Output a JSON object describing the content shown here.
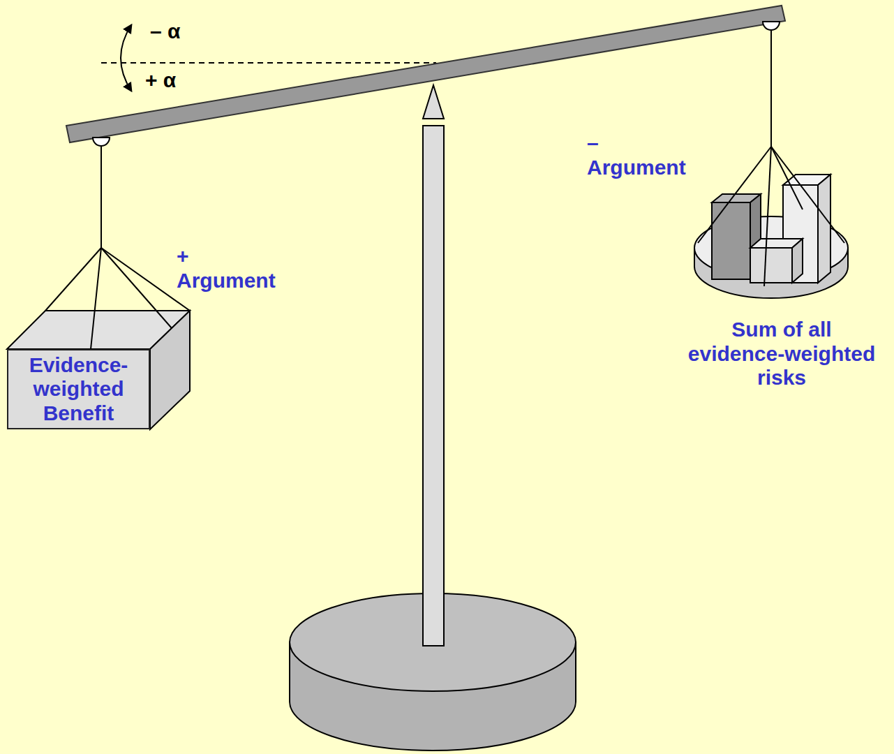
{
  "diagram": {
    "nodes": [
      {
        "text": [
          "Evidence-weighted Benefit"
        ]
      },
      {
        "text": [
          "Sum of all evidence-weighted risks"
        ]
      }
    ],
    "labels": [
      "– α",
      "+ α",
      "– Argument",
      "+ Argument"
    ]
  }
}
